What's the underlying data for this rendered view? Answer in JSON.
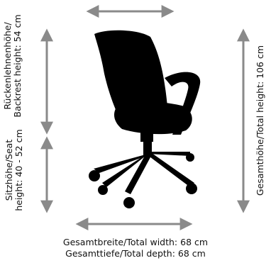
{
  "labels": {
    "backrest_line1": "Rückenlehnenhöhe/",
    "backrest_line2": "Backrest height: 54 cm",
    "seat_line1": "Sitzhöhe/Seat",
    "seat_line2": "height: 40 - 52 cm",
    "total_height": "Gesamthöhe/Total height: 106 cm",
    "total_width": "Gesamtbreite/Total width: 68 cm",
    "total_depth": "Gesamttiefe/Total depth: 68 cm"
  },
  "colors": {
    "arrow": "#8a8a8a",
    "chair": "#000000"
  }
}
